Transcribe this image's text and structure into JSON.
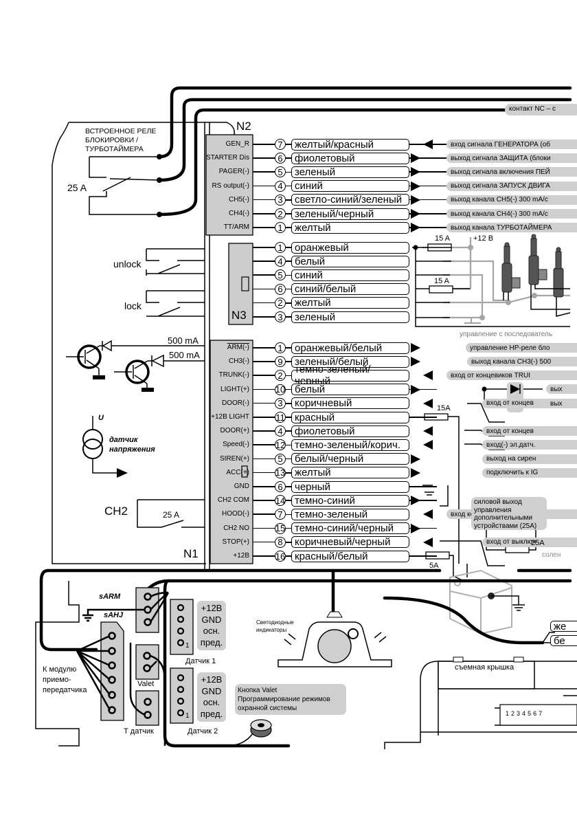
{
  "relay": {
    "title_lines": [
      "ВСТРОЕННОЕ РЕЛЕ",
      "БЛОКИРОВКИ /",
      "ТУРБОТАЙМЕРА"
    ],
    "rating": "25 A"
  },
  "top_note": "контакт NC – с",
  "n2": {
    "label": "N2",
    "pins": [
      {
        "signal": "GEN_R",
        "num": "7",
        "wire": "желтый/красный",
        "dir": "in",
        "desc": "вход сигнала ГЕНЕРАТОРА (об"
      },
      {
        "signal": "STARTER Dis",
        "num": "6",
        "wire": "фиолетовый",
        "dir": "out",
        "desc": "выход сигнала ЗАЩИТА (блоки"
      },
      {
        "signal": "PAGER(-)",
        "num": "5",
        "wire": "зеленый",
        "dir": "out",
        "desc": "выход сигнала включения ПЕЙ"
      },
      {
        "signal": "RS output(-)",
        "num": "4",
        "wire": "синий",
        "dir": "out",
        "desc": "выход сигнала ЗАПУСК ДВИГА"
      },
      {
        "signal": "CH5(-)",
        "num": "3",
        "wire": "светло-синий/зеленый",
        "dir": "out",
        "desc": "выход канала CH5(-) 300 mA/c"
      },
      {
        "signal": "CH4(-)",
        "num": "2",
        "wire": "зеленый/черный",
        "dir": "out",
        "desc": "выход канала CH4(-) 300 mA/c"
      },
      {
        "signal": "TT/ARM",
        "num": "1",
        "wire": "желтый",
        "dir": "out",
        "desc": "выход канала ТУРБОТАЙМЕРА"
      }
    ]
  },
  "n3": {
    "label": "N3",
    "switch_labels": [
      "unlock",
      "lock"
    ],
    "pins": [
      {
        "num": "1",
        "wire": "оранжевый"
      },
      {
        "num": "4",
        "wire": "белый"
      },
      {
        "num": "5",
        "wire": "синий"
      },
      {
        "num": "6",
        "wire": "синий/белый"
      },
      {
        "num": "2",
        "wire": "желтый"
      },
      {
        "num": "3",
        "wire": "зеленый"
      }
    ],
    "fuse1": "15 A",
    "fuse2": "15 A",
    "supply": "+12 B",
    "note": "управление с последователь"
  },
  "transistors": {
    "current1": "500 mA",
    "current2": "500 mA"
  },
  "voltage_sensor": {
    "symbol": "U",
    "label_lines": [
      "датчик",
      "напряжения"
    ]
  },
  "n1": {
    "label": "N1",
    "ch2_label": "CH2",
    "ch2_rating": "25 A",
    "pins": [
      {
        "signal": "ARM(-)",
        "num": "1",
        "wire": "оранжевый/белый",
        "dir": "out",
        "desc": "управление НР-реле бло"
      },
      {
        "signal": "CH3(-)",
        "num": "9",
        "wire": "зеленый/белый",
        "dir": "out",
        "desc": "выход канала CH3(-) 500"
      },
      {
        "signal": "TRUNK(-)",
        "num": "2",
        "wire": "темно-зеленый/черный",
        "dir": "in",
        "desc": "вход от концевиков TRUI"
      },
      {
        "signal": "LIGHT(+)",
        "num": "10",
        "wire": "белый",
        "dir": "out",
        "desc": ""
      },
      {
        "signal": "DOOR(-)",
        "num": "3",
        "wire": "коричневый",
        "dir": "in",
        "desc": "вход от концев"
      },
      {
        "signal": "+12B LIGHT",
        "num": "11",
        "wire": "красный",
        "dir": "none",
        "desc": ""
      },
      {
        "signal": "DOOR(+)",
        "num": "4",
        "wire": "фиолетовый",
        "dir": "in",
        "desc": "вход от концев"
      },
      {
        "signal": "Speed(-)",
        "num": "12",
        "wire": "темно-зеленый/корич.",
        "dir": "in",
        "desc": "вход(-) эл.датч."
      },
      {
        "signal": "SIREN(+)",
        "num": "5",
        "wire": "белый/черный",
        "dir": "out",
        "desc": "выход на сирен"
      },
      {
        "signal": "ACC(+)",
        "num": "13",
        "wire": "желтый",
        "dir": "out",
        "desc": "подключить к IG"
      },
      {
        "signal": "GND",
        "num": "6",
        "wire": "черный",
        "dir": "none",
        "desc": ""
      },
      {
        "signal": "CH2 COM",
        "num": "14",
        "wire": "темно-синий",
        "dir": "out",
        "desc": ""
      },
      {
        "signal": "HOOD(-)",
        "num": "7",
        "wire": "темно-зеленый",
        "dir": "in",
        "desc": "вход концевика капота Н"
      },
      {
        "signal": "CH2 NO",
        "num": "15",
        "wire": "темно-синий/черный",
        "dir": "out",
        "desc": ""
      },
      {
        "signal": "STOP(+)",
        "num": "8",
        "wire": "коричневый/черный",
        "dir": "in",
        "desc": "вход от выключ"
      },
      {
        "signal": "+12B",
        "num": "16",
        "wire": "красный/белый",
        "dir": "none",
        "desc": ""
      }
    ],
    "light_outputs": [
      "вых",
      "вых"
    ],
    "light_fuse": "15A",
    "power_fuse": "5A",
    "power_out_fuse": "25A",
    "power_out_note": [
      "силовой выход",
      "управления",
      "дополнительными",
      "устройствами (25A)"
    ],
    "solenoid_note": "солен"
  },
  "bottom": {
    "sarm": "sARM",
    "sahj": "sAHJ",
    "module_label": [
      "К модулю",
      "приемо-",
      "передатчика"
    ],
    "valet": "Valet",
    "t_sensor": "Т датчик",
    "sensor1": {
      "label": "Датчик 1",
      "pins": [
        "+12B",
        "GND",
        "осн.",
        "пред."
      ],
      "pin1": "1"
    },
    "sensor2": {
      "label": "Датчик 2",
      "pins": [
        "+12B",
        "GND",
        "осн.",
        "пред."
      ],
      "pin1": "1"
    },
    "led_label": [
      "Светодиодные",
      "индикаторы"
    ],
    "valet_note": [
      "Кнопка Valet",
      "Программирование режимов",
      "охранной системы"
    ],
    "cover_label": "съемная крышка",
    "connector_numbers": [
      "1",
      "2",
      "3",
      "4",
      "5",
      "6",
      "7"
    ],
    "side_wires": [
      "же",
      "бе"
    ]
  },
  "colors": {
    "pill": "#cfcfcf",
    "connector": "#cdcdcd",
    "gray_wire": "#a5a5a5"
  }
}
